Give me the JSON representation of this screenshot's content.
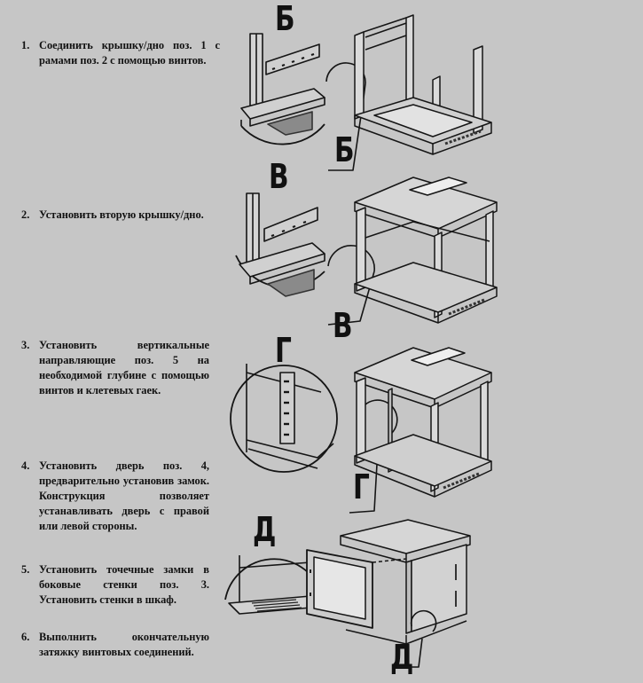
{
  "steps": [
    {
      "number": "1.",
      "text": "Соединить крышку/дно поз. 1 с рамами поз. 2 с помощью винтов."
    },
    {
      "number": "2.",
      "text": "Установить вторую крышку/дно."
    },
    {
      "number": "3.",
      "text": "Установить вертикальные направляющие поз. 5 на необходимой глубине с помощью винтов и клетевых гаек."
    },
    {
      "number": "4.",
      "text": "Установить дверь поз. 4, предварительно установив замок. Конструкция позволяет устанавливать дверь с правой или левой стороны."
    },
    {
      "number": "5.",
      "text": "Установить точечные замки в боковые стенки поз. 3. Установить стенки в шкаф."
    },
    {
      "number": "6.",
      "text": "Выполнить окончательную затяжку винтовых соединений."
    }
  ],
  "callouts": {
    "b_top": "Б",
    "b_mark": "Б",
    "v_top": "В",
    "v_mark": "В",
    "g_top": "Г",
    "g_mark": "Г",
    "d_top": "Д",
    "d_mark": "Д"
  },
  "figures": [
    {
      "icon": "cabinet-frames-assembly-drawing"
    },
    {
      "icon": "cabinet-top-bottom-drawing"
    },
    {
      "icon": "vertical-rails-drawing"
    },
    {
      "icon": "cabinet-door-walls-drawing"
    }
  ]
}
